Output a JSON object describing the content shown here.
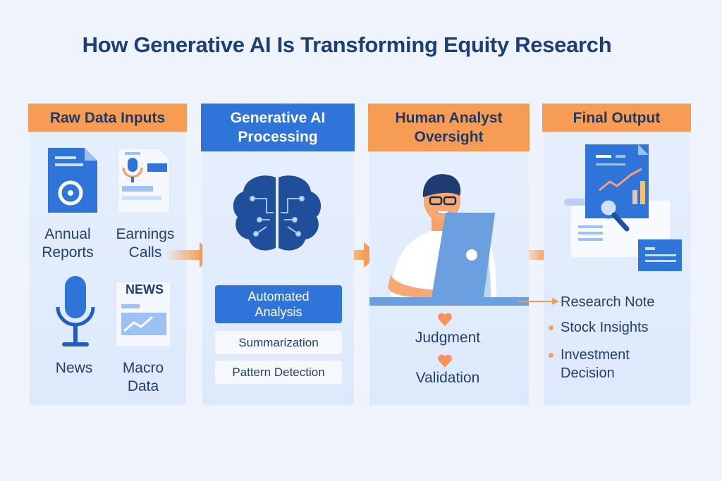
{
  "title": "How Generative AI Is Transforming Equity Research",
  "columns": [
    {
      "header": "Raw Data Inputs",
      "items": [
        "Annual Reports",
        "Earnings Calls",
        "News",
        "Macro Data"
      ],
      "news_badge": "NEWS"
    },
    {
      "header": "Generative AI Processing",
      "steps": [
        "Automated Analysis",
        "Summarization",
        "Pattern Detection"
      ]
    },
    {
      "header": "Human Analyst Oversight",
      "items": [
        "Judgment",
        "Validation"
      ]
    },
    {
      "header": "Final Output",
      "items": [
        "Research Note",
        "Stock Insights",
        "Investment Decision"
      ]
    }
  ],
  "colors": {
    "orange": "#f79c55",
    "blue": "#2f74d8",
    "navy": "#1e3f73"
  }
}
